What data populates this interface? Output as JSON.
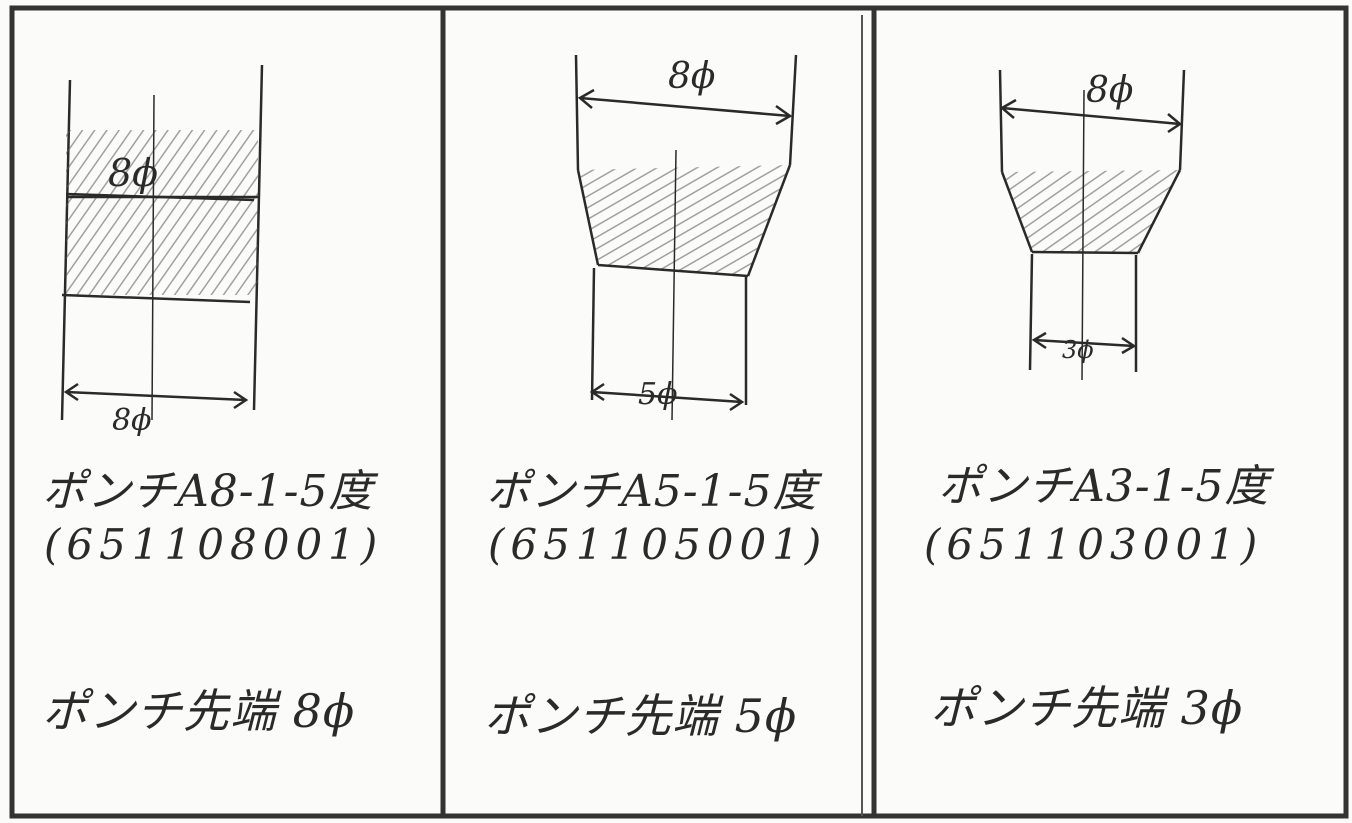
{
  "panels": [
    {
      "top_dim": "8ϕ",
      "bottom_dim": "8ϕ",
      "name": "ポンチA8-1-5度",
      "code": "(651108001)",
      "tip_label": "ポンチ先端 8ϕ"
    },
    {
      "top_dim": "8ϕ",
      "bottom_dim": "5ϕ",
      "name": "ポンチA5-1-5度",
      "code": "(651105001)",
      "tip_label": "ポンチ先端 5ϕ"
    },
    {
      "top_dim": "8ϕ",
      "bottom_dim": "3ϕ",
      "name": "ポンチA3-1-5度",
      "code": "(651103001)",
      "tip_label": "ポンチ先端 3ϕ"
    }
  ],
  "colors": {
    "ink": "#2a2a2a",
    "paper": "#fbfbf9",
    "border": "#333333"
  }
}
